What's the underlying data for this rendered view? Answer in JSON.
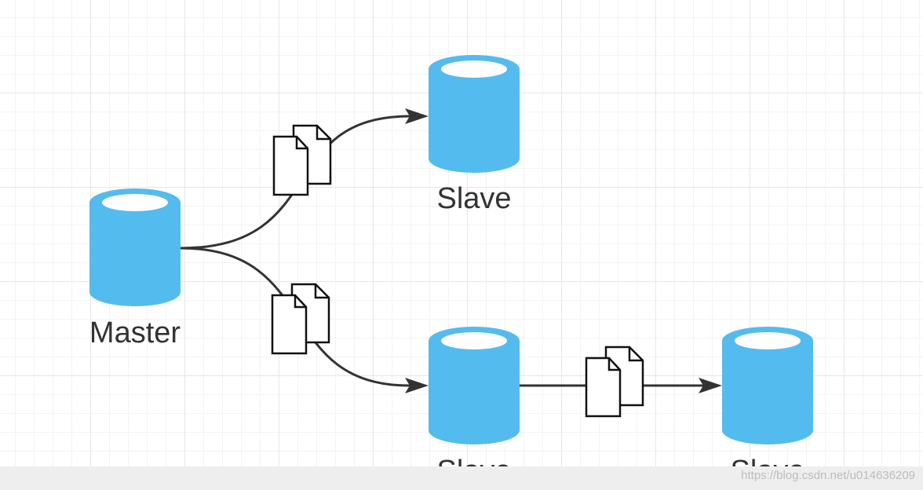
{
  "colors": {
    "database": "#54bbee",
    "database_top_hole": "#ffffff",
    "connector": "#333333",
    "document_icon": "#111111",
    "grid_major": "#e6e6e6",
    "grid_minor": "#f3f3f3",
    "label": "#333333"
  },
  "nodes": {
    "master": {
      "label": "Master",
      "icon": "database-icon"
    },
    "slave_top": {
      "label": "Slave",
      "icon": "database-icon"
    },
    "slave_bottom": {
      "label": "Slave",
      "icon": "database-icon"
    },
    "slave_right": {
      "label": "Slave",
      "icon": "database-icon"
    }
  },
  "edges": [
    {
      "from": "master",
      "to": "slave_top",
      "icon": "documents-icon"
    },
    {
      "from": "master",
      "to": "slave_bottom",
      "icon": "documents-icon"
    },
    {
      "from": "slave_bottom",
      "to": "slave_right",
      "icon": "documents-icon"
    }
  ],
  "watermark": "https://blog.csdn.net/u014636209"
}
